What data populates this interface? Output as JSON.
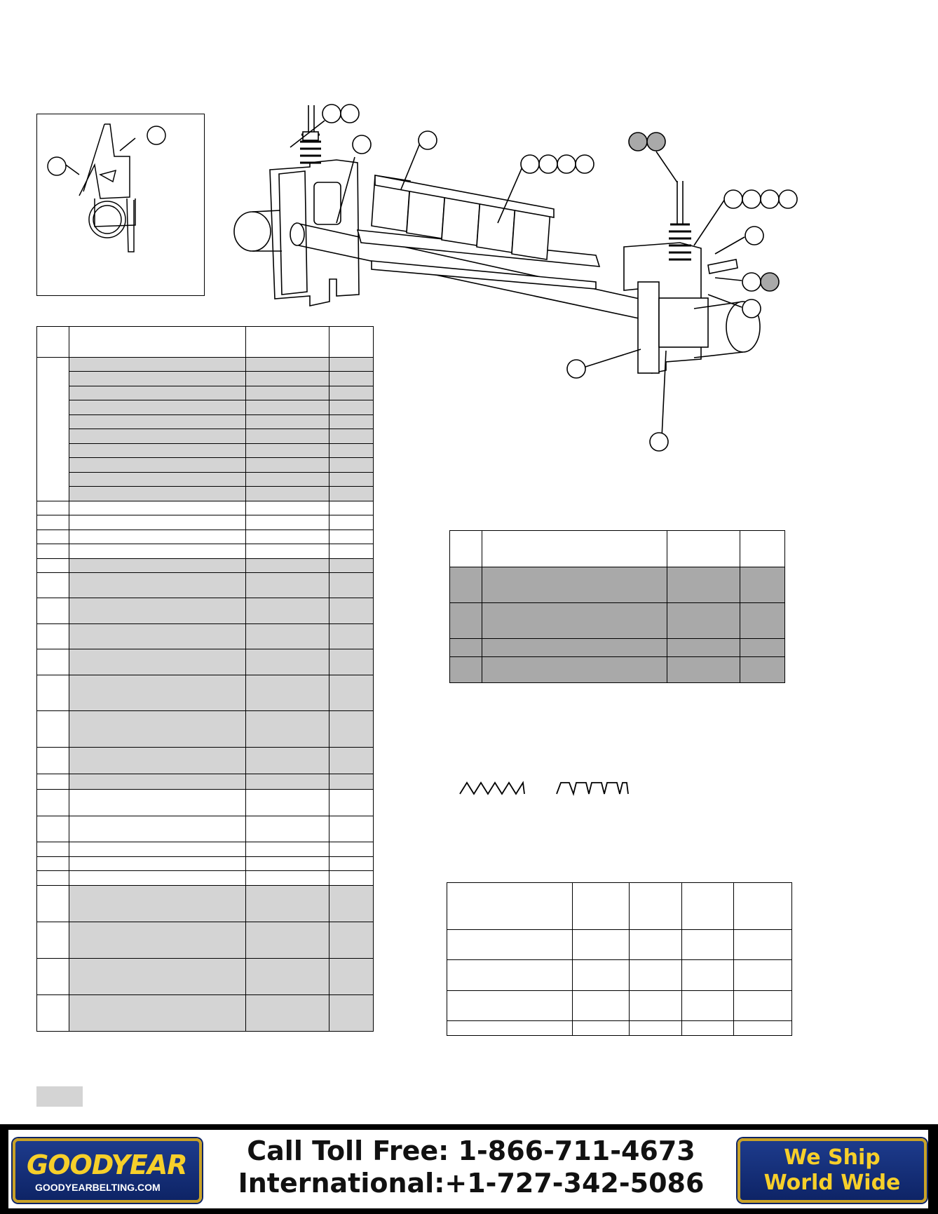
{
  "footer": {
    "brand_name": "GOODYEAR",
    "brand_url": "GOODYEARBELTING.COM",
    "toll_free": "Call Toll Free: 1-866-711-4673",
    "international": "International:+1-727-342-5086",
    "ship_line1": "We Ship",
    "ship_line2": "World Wide"
  },
  "colors": {
    "shaded_row": "#d4d4d4",
    "dark_row": "#a9a9a9",
    "badge_blue": "#1d3b8c",
    "badge_gold": "#f6cf2a"
  },
  "icons": [
    "zigzag-blade-profile-icon",
    "notched-blade-profile-icon",
    "cleaner-assembly-drawing"
  ]
}
